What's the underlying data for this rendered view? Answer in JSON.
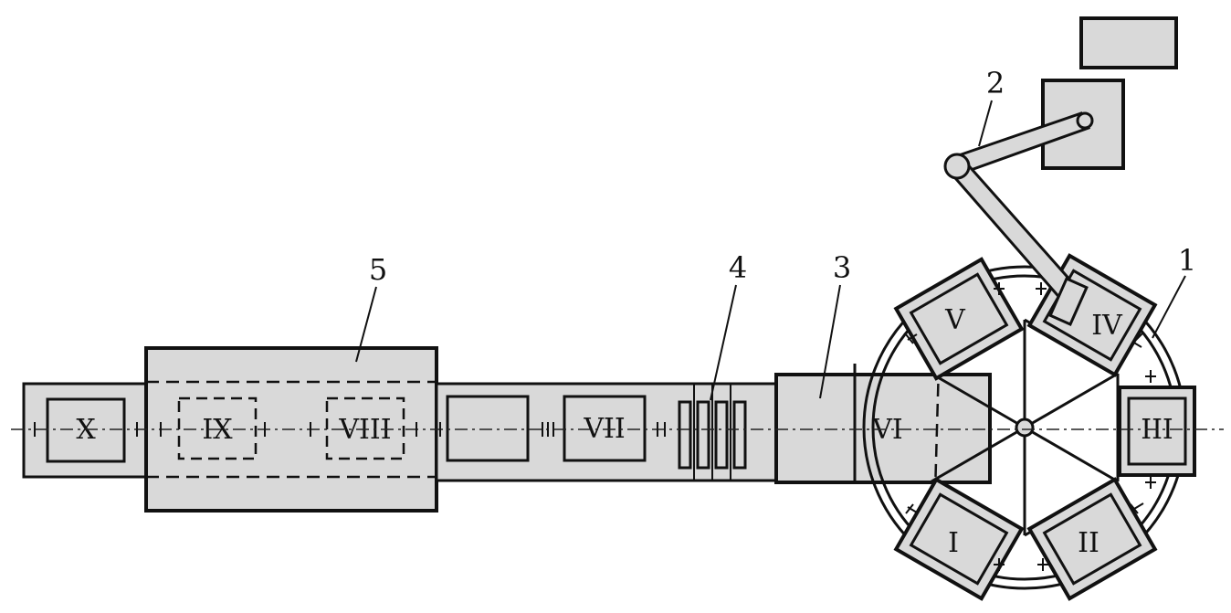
{
  "stations": {
    "I": "I",
    "II": "II",
    "III": "III",
    "IV": "IV",
    "V": "V",
    "VI": "VI",
    "VII": "VII",
    "VIII": "VIII",
    "IX": "IX",
    "X": "X"
  },
  "callouts": {
    "c1": "1",
    "c2": "2",
    "c3": "3",
    "c4": "4",
    "c5": "5"
  },
  "colors": {
    "fill": "#d9d9d9",
    "stroke": "#111111"
  }
}
